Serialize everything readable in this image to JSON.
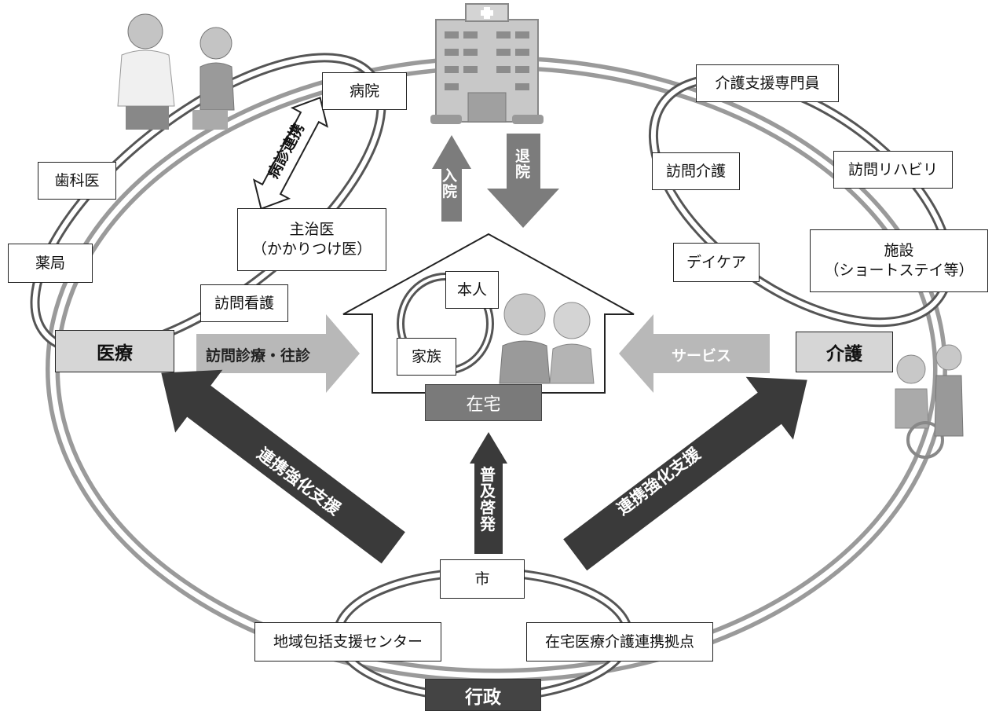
{
  "hubs": {
    "iryo": "医療",
    "kaigo": "介護",
    "gyosei": "行政",
    "zaitaku": "在宅"
  },
  "medical": {
    "shikai": "歯科医",
    "yakkyoku": "薬局",
    "byoin": "病院",
    "shujii_line1": "主治医",
    "shujii_line2": "（かかりつけ医）",
    "homon_kango": "訪問看護"
  },
  "care": {
    "care_manager": "介護支援専門員",
    "homon_kaigo": "訪問介護",
    "homon_rehab": "訪問リハビリ",
    "day_care": "デイケア",
    "shisetsu_line1": "施設",
    "shisetsu_line2": "（ショートステイ等）"
  },
  "home": {
    "honnin": "本人",
    "kazoku": "家族"
  },
  "admin": {
    "shi": "市",
    "chiiki": "地域包括支援センター",
    "kyoten": "在宅医療介護連携拠点"
  },
  "arrows": {
    "byoshin_renkei": "病診連携",
    "nyuin": [
      "入",
      "院"
    ],
    "taiin": [
      "退",
      "院"
    ],
    "homon_shinryo": "訪問診療・往診",
    "service": "サービス",
    "fukyu_keihatsu": [
      "普",
      "及",
      "啓",
      "発"
    ],
    "renkei_left": "連携強化支援",
    "renkei_right": "連携強化支援"
  },
  "colors": {
    "ring": "#9a9a9a",
    "dark_arrow": "#3a3a3a",
    "mid_arrow": "#7c7c7c",
    "light_arrow": "#b8b8b8"
  }
}
